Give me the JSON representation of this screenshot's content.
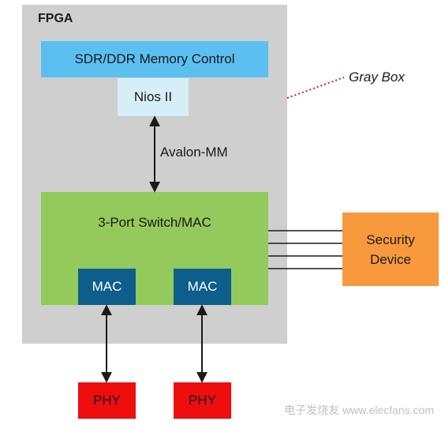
{
  "diagram": {
    "fpga_label": "FPGA",
    "memory_control_label": "SDR/DDR Memory Control",
    "processor_label": "Nios II",
    "bus_label": "Avalon-MM",
    "switch_label": "3-Port Switch/MAC",
    "mac_labels": [
      "MAC",
      "MAC"
    ],
    "phy_labels": [
      "PHY",
      "PHY"
    ],
    "security_device_label": "Security\nDevice",
    "gray_box_label": "Gray Box"
  },
  "watermark": {
    "text": "电子发烧友 www.elecfans.com"
  },
  "colors": {
    "fpga_bg": "#cfcfcf",
    "memory_control": "#5bc0f0",
    "nios": "#d6eef8",
    "switch": "#94c95b",
    "mac": "#0e5e8c",
    "phy": "#ee0e0e",
    "security": "#f7993c",
    "gray_box_link": "#d42020"
  }
}
